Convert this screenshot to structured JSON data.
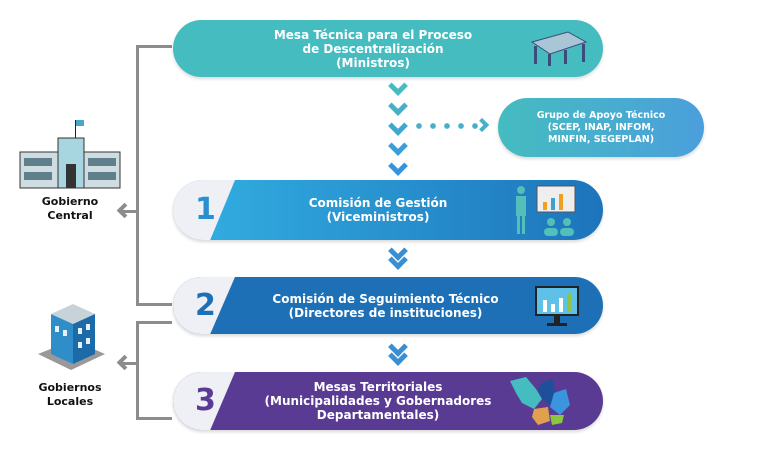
{
  "top": {
    "line1": "Mesa Técnica para el Proceso",
    "line2": "de  Descentralización",
    "line3": "(Ministros)"
  },
  "support": {
    "line1": "Grupo de Apoyo Técnico",
    "line2": "(SCEP, INAP, INFOM,",
    "line3": "MINFIN, SEGEPLAN)"
  },
  "steps": [
    {
      "number": "1",
      "line1": "Comisión de Gestión",
      "line2": "(Viceministros)",
      "line3": ""
    },
    {
      "number": "2",
      "line1": "Comisión de  Seguimiento Técnico",
      "line2": "(Directores de instituciones)",
      "line3": ""
    },
    {
      "number": "3",
      "line1": "Mesas Territoriales",
      "line2": "(Municipalidades y Gobernadores",
      "line3": "Departamentales)"
    }
  ],
  "left": {
    "central_1": "Gobierno",
    "central_2": "Central",
    "local_1": "Gobiernos",
    "local_2": "Locales"
  },
  "colors": {
    "teal": "#45bcc0",
    "blue": "#1d70b8",
    "light_blue": "#2fa8df",
    "purple": "#5a3b93",
    "gray": "#8c8c8c"
  }
}
